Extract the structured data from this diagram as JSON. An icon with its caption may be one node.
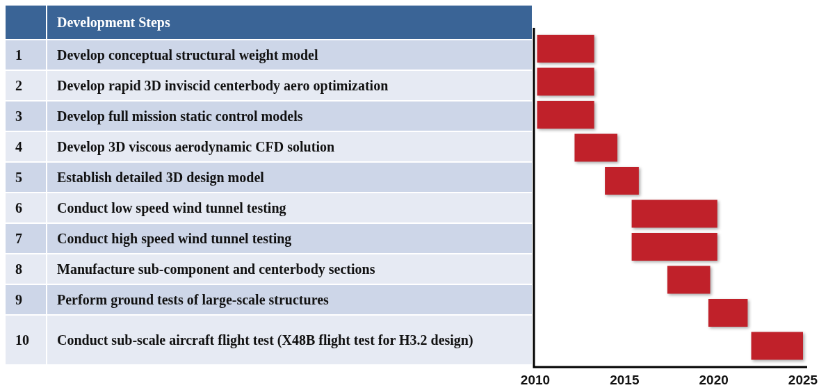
{
  "diagram": {
    "labels": [
      "Development Steps",
      "1",
      "Develop conceptual structural weight model",
      "2",
      "Develop rapid 3D inviscid centerbody aero optimization",
      "3",
      "Develop full mission static control models",
      "4",
      "Develop 3D viscous aerodynamic CFD solution",
      "5",
      "Establish detailed 3D design model",
      "6",
      "Conduct low speed wind tunnel testing",
      "7",
      "Conduct high speed wind tunnel testing",
      "8",
      "Manufacture sub-component and centerbody sections",
      "9",
      "Perform ground tests of large-scale structures",
      "10",
      "Conduct sub-scale aircraft flight test (X48B flight test for H3.2 design)",
      "2010",
      "2015",
      "2020",
      "2025"
    ]
  }
}
